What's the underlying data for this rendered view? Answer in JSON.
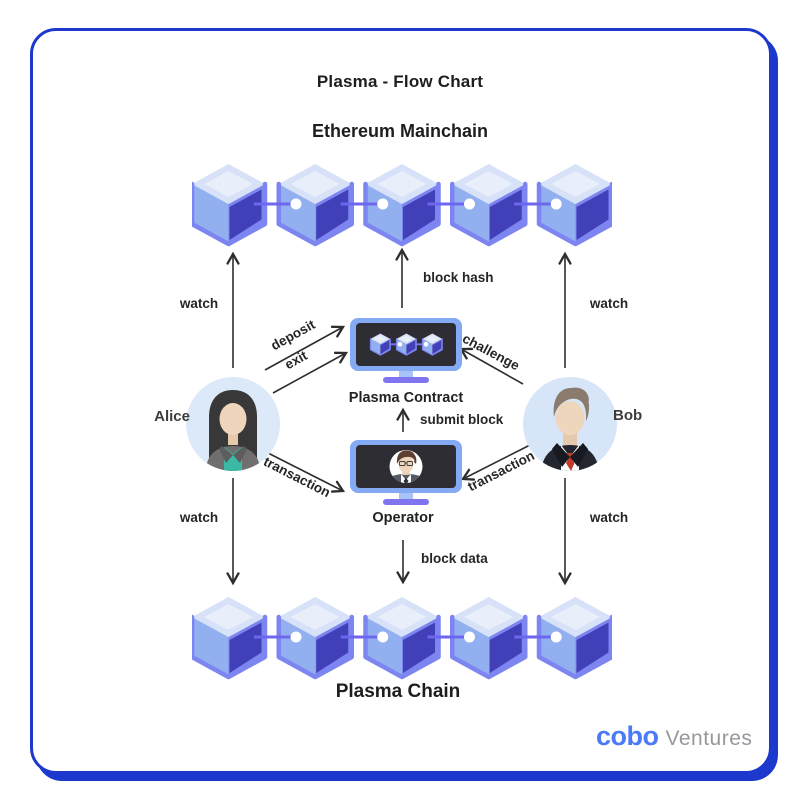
{
  "title": "Plasma - Flow Chart",
  "chains": {
    "mainchain": {
      "label": "Ethereum Mainchain",
      "block_count": 5
    },
    "plasma": {
      "label": "Plasma Chain",
      "block_count": 5
    }
  },
  "actors": {
    "alice": "Alice",
    "bob": "Bob"
  },
  "nodes": {
    "contract": "Plasma Contract",
    "operator": "Operator"
  },
  "edges": {
    "watch_top_left": "watch",
    "watch_top_right": "watch",
    "watch_bottom_left": "watch",
    "watch_bottom_right": "watch",
    "deposit": "deposit",
    "exit": "exit",
    "challenge": "challenge",
    "block_hash": "block hash",
    "submit_block": "submit block",
    "transaction_left": "transaction",
    "transaction_right": "transaction",
    "block_data": "block data"
  },
  "logo": {
    "brand": "cobo",
    "suffix": "Ventures"
  },
  "colors": {
    "frame_border": "#1d39cd",
    "cube_top": "#d7e1f7",
    "cube_top_highlight": "#e9eefb",
    "cube_left": "#92aff0",
    "cube_right": "#4140b8",
    "cube_rim": "#7d85f0",
    "chain_link": "#6d66ee",
    "monitor_frame": "#85aaf4",
    "monitor_screen": "#2d2d33",
    "monitor_stand": "#8175ef",
    "arrow": "#2e2e2e",
    "avatar_bg": "#dce9f9",
    "brand_blue": "#4a7af7",
    "suffix_gray": "#97989c"
  }
}
